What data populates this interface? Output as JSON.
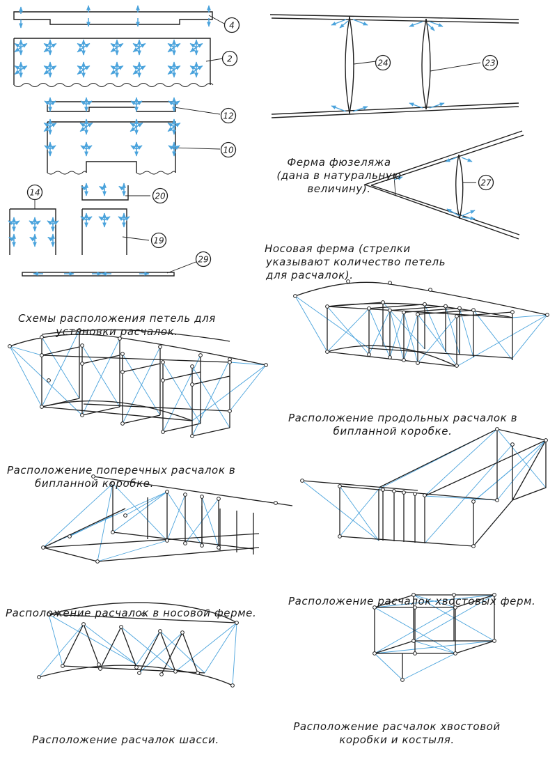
{
  "colors": {
    "ink": "#1e1e1e",
    "wire": "#4aa3dc",
    "paper": "#ffffff"
  },
  "callouts": [
    "4",
    "2",
    "12",
    "10",
    "14",
    "20",
    "19",
    "29",
    "24",
    "23",
    "27"
  ],
  "captions": {
    "fuselage_truss": [
      "Ферма фюзеляжа",
      "(дана в натуральную",
      "величину)."
    ],
    "nose_truss": [
      "Носовая ферма (стрелки",
      "указывают количество петель",
      "для расчалок)."
    ],
    "loop_schemes": [
      "Схемы расположения петель для",
      "установки расчалок."
    ],
    "longitudinal": [
      "Расположение продольных расчалок в",
      "бипланной коробке."
    ],
    "transverse": [
      "Расположение поперечных расчалок в",
      "бипланной коробке."
    ],
    "nose_bracing": [
      "Расположение расчалок в носовой ферме."
    ],
    "tail_trusses": [
      "Расположение расчалок хвостовых ферм."
    ],
    "chassis": [
      "Расположение расчалок шасси."
    ],
    "tail_box": [
      "Расположение расчалок хвостовой",
      "коробки и костыля."
    ]
  }
}
